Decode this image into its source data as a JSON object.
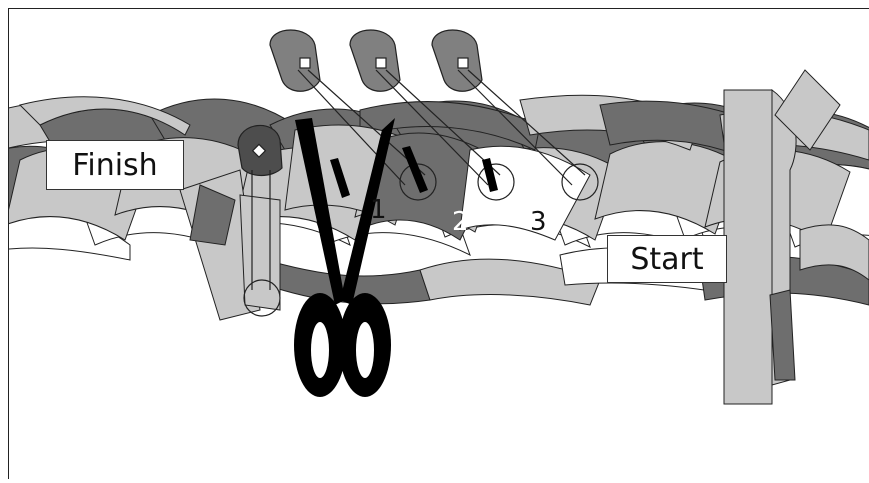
{
  "labels": {
    "finish": "Finish",
    "start": "Start"
  },
  "strand_numbers": [
    "1",
    "2",
    "3"
  ],
  "colors": {
    "strand_white": "#ffffff",
    "strand_light": "#c8c8c8",
    "strand_dark": "#6e6e6e",
    "outline": "#222222",
    "pin_head": "#808080",
    "pin_head_dark": "#4d4d4d",
    "scissors": "#000000",
    "number_dark_text": "#111111",
    "number_light_text": "#ffffff"
  },
  "icons": [
    "safety-pin-icon",
    "scissors-icon"
  ]
}
